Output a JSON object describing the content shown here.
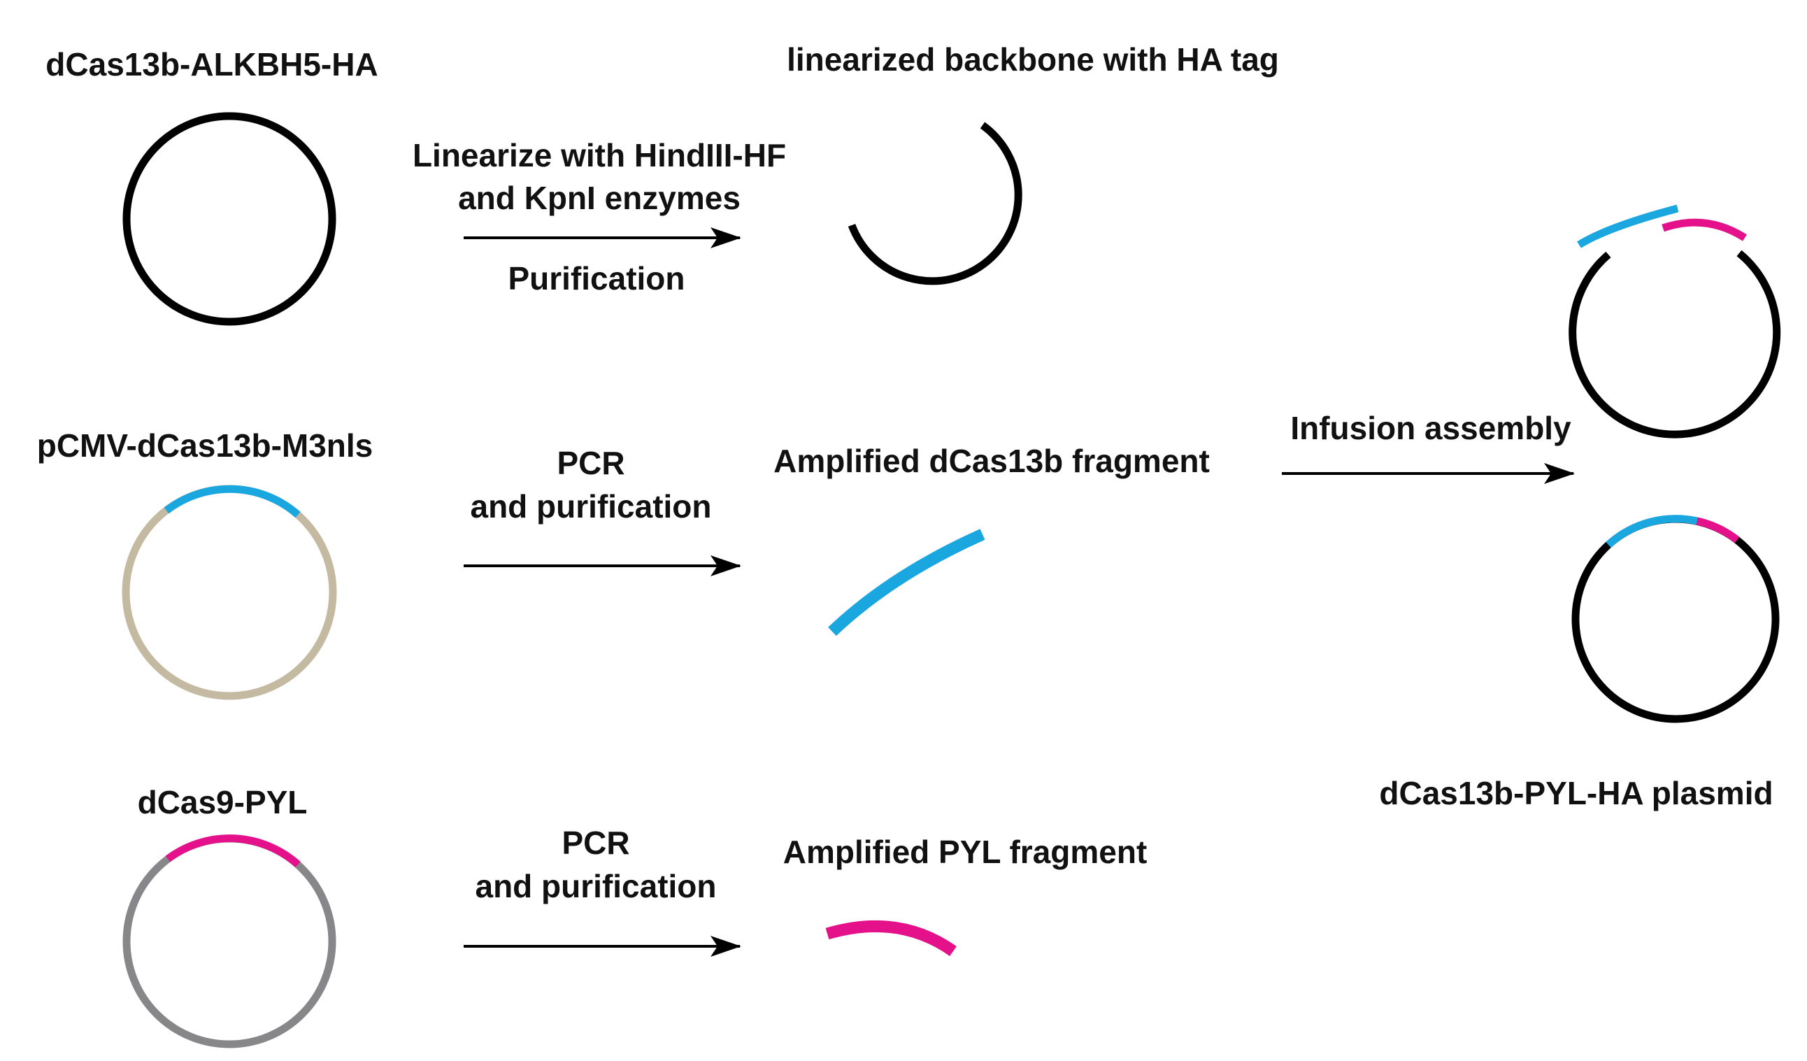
{
  "colors": {
    "black": "#000000",
    "blue": "#1aa7e0",
    "magenta": "#e5118a",
    "tan": "#c4b9a1",
    "gray": "#87878a"
  },
  "plasmids": {
    "alkbh5": "dCas13b-ALKBH5-HA",
    "m3nls": "pCMV-dCas13b-M3nls",
    "pyl": "dCas9-PYL"
  },
  "steps": {
    "linearize_line1": "Linearize with HindIII-HF",
    "linearize_line2": "and KpnI enzymes",
    "purification": "Purification",
    "pcr1_line1": "PCR",
    "pcr1_line2": "and purification",
    "pcr2_line1": "PCR",
    "pcr2_line2": "and purification",
    "infusion": "Infusion assembly"
  },
  "products": {
    "backbone": "linearized backbone with HA tag",
    "dcas13b_fragment": "Amplified dCas13b fragment",
    "pyl_fragment": "Amplified PYL fragment",
    "final_plasmid": "dCas13b-PYL-HA plasmid"
  }
}
